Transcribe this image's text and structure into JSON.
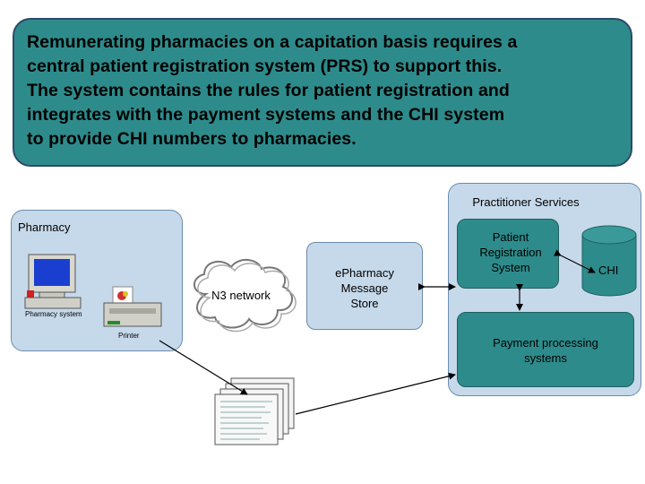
{
  "callout": {
    "line1": "Remunerating pharmacies on a capitation basis requires a",
    "line2": "central patient registration system (PRS) to support this.",
    "line3": "The system contains the rules for patient registration and",
    "line4": "integrates with the payment systems and the CHI system",
    "line5": "to provide CHI numbers to pharmacies."
  },
  "nodes": {
    "practitioner_services": "Practitioner Services",
    "pharmacy": "Pharmacy",
    "pharmacy_system": "Pharmacy system",
    "printer": "Printer",
    "n3_network": "N3 network",
    "epharmacy_line1": "ePharmacy",
    "epharmacy_line2": "Message",
    "epharmacy_line3": "Store",
    "prs_line1": "Patient",
    "prs_line2": "Registration",
    "prs_line3": "System",
    "chi": "CHI",
    "payment_line1": "Payment processing",
    "payment_line2": "systems"
  },
  "colors": {
    "teal": "#2e8b8b",
    "light_blue": "#c6d9ea"
  }
}
